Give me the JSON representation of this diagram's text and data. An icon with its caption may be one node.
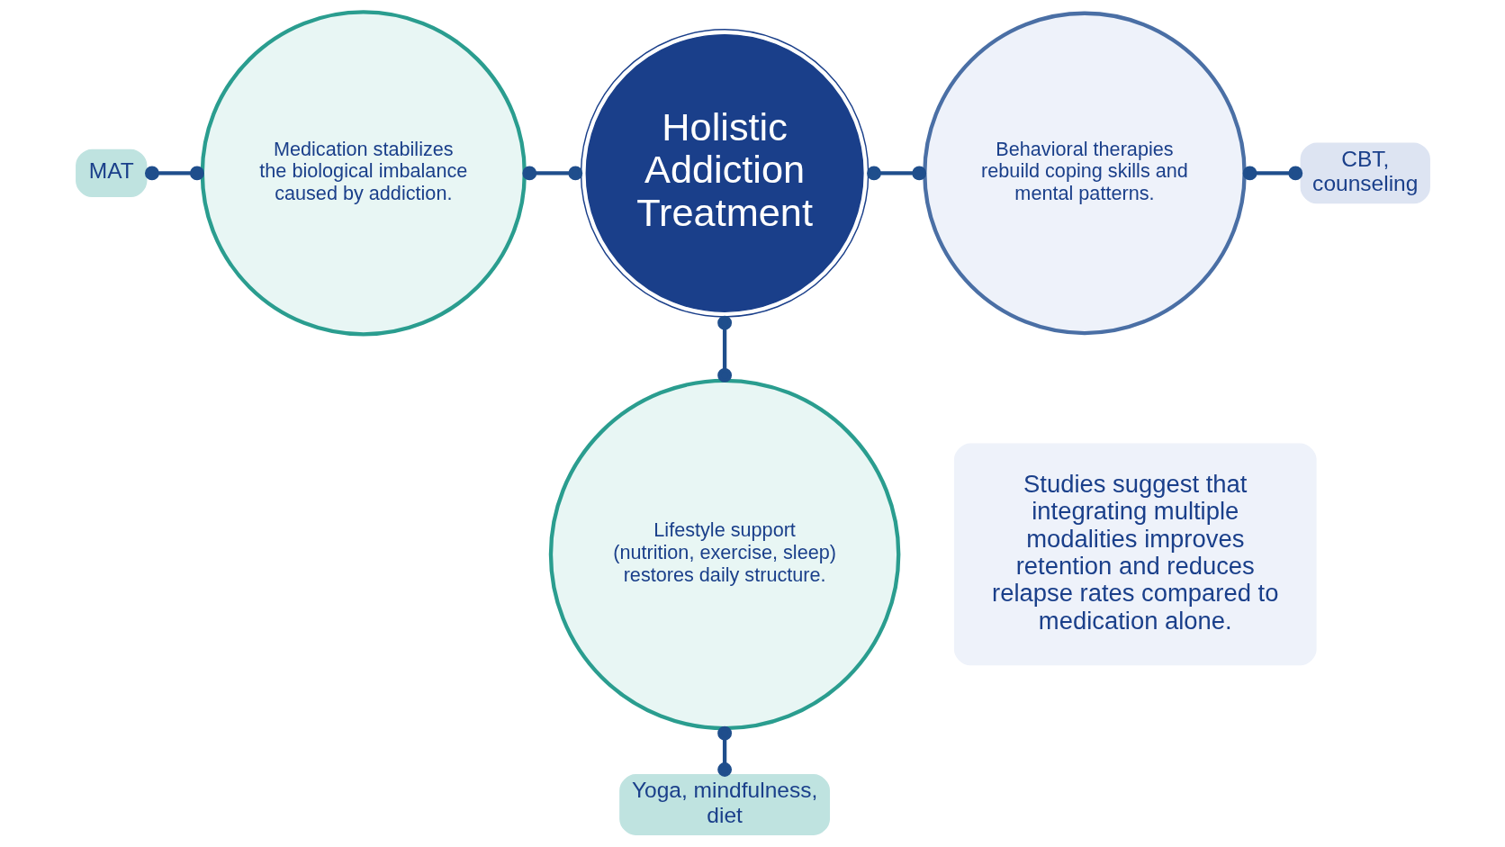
{
  "diagram": {
    "nodes": [
      {
        "text": [
          "Holistic Addiction Treatment"
        ]
      },
      {
        "text": [
          "Medication stabilizes the biological imbalance caused by addiction."
        ]
      },
      {
        "text": [
          "MAT"
        ]
      },
      {
        "text": [
          "Behavioral therapies rebuild coping skills and mental patterns."
        ]
      },
      {
        "text": [
          "CBT, counseling"
        ]
      },
      {
        "text": [
          "Lifestyle support (nutrition, exercise, sleep) restores daily structure."
        ]
      },
      {
        "text": [
          "Yoga, mindfulness, diet"
        ]
      },
      {
        "text": [
          "Studies suggest that integrating multiple modalities improves retention and reduces relapse rates compared to medication alone."
        ]
      }
    ],
    "edges": [
      {
        "from": 2,
        "to": 1,
        "arrow": "other"
      },
      {
        "from": 1,
        "to": 0,
        "arrow": "other"
      },
      {
        "from": 0,
        "to": 3,
        "arrow": "other"
      },
      {
        "from": 3,
        "to": 4,
        "arrow": "other"
      },
      {
        "from": 0,
        "to": 5,
        "arrow": "other"
      },
      {
        "from": 5,
        "to": 6,
        "arrow": "other"
      }
    ]
  }
}
